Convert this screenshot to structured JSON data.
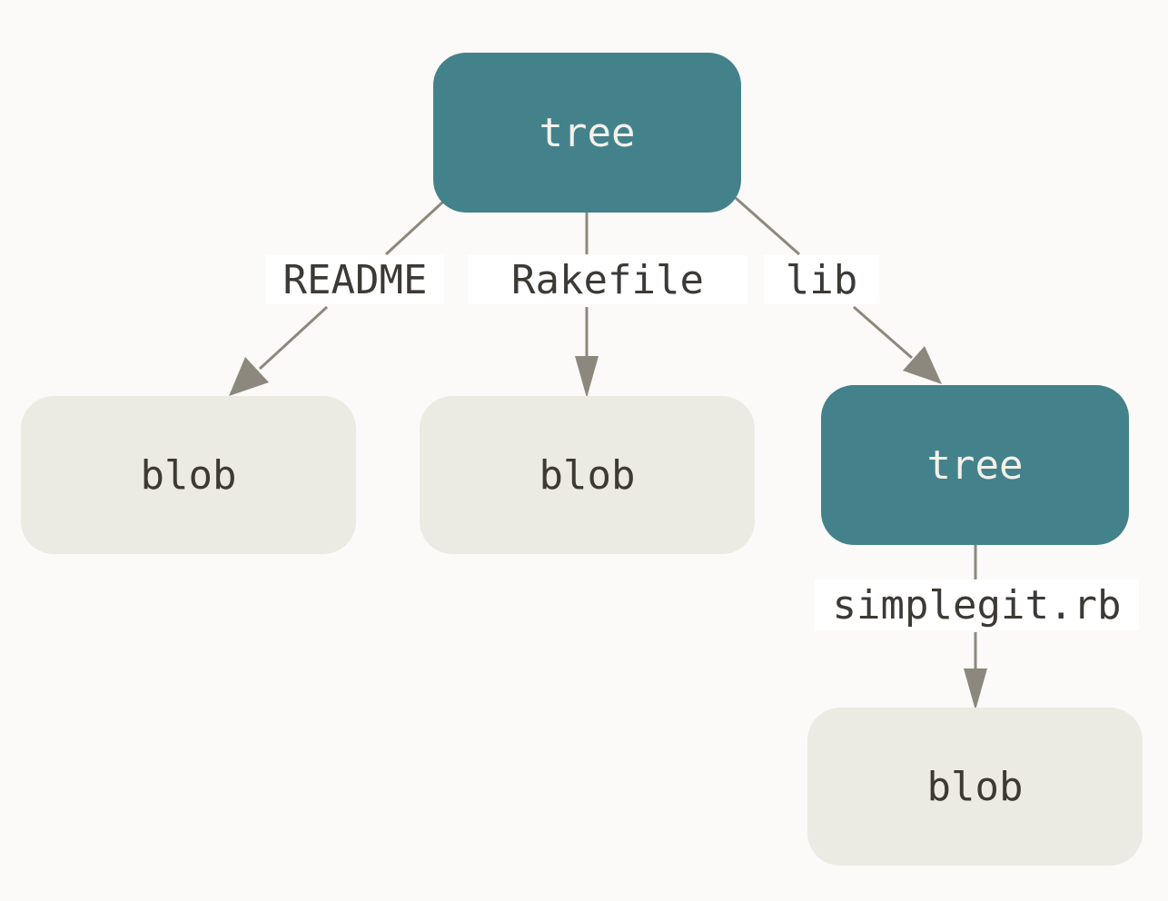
{
  "colors": {
    "background": "#fbfaf8",
    "tree_node": "#44828b",
    "blob_node": "#ecebe3",
    "edge": "#8d887d",
    "label_background": "#ffffff",
    "text_dark": "#3d3a35",
    "text_light": "#f3f1ea"
  },
  "nodes": {
    "root_tree": "tree",
    "blob_readme": "blob",
    "blob_rakefile": "blob",
    "lib_tree": "tree",
    "blob_simplegit": "blob"
  },
  "edges": {
    "readme": "README",
    "rakefile": "Rakefile",
    "lib": "lib",
    "simplegit": "simplegit.rb"
  }
}
